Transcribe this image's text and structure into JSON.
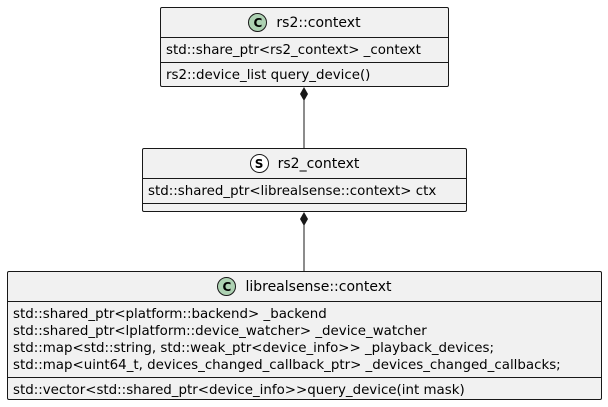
{
  "classes": {
    "rs2_cpp_context": {
      "stereotype": "C",
      "name": "rs2::context",
      "fields": [
        "std::share_ptr<rs2_context> _context"
      ],
      "methods": [
        "rs2::device_list query_device()"
      ]
    },
    "rs2_c_context": {
      "stereotype": "S",
      "name": "rs2_context",
      "fields": [
        "std::shared_ptr<librealsense::context> ctx"
      ],
      "methods": []
    },
    "librealsense_context": {
      "stereotype": "C",
      "name": "librealsense::context",
      "fields": [
        "std::shared_ptr<platform::backend> _backend",
        "std::shared_ptr<lplatform::device_watcher> _device_watcher",
        "std::map<std::string, std::weak_ptr<device_info>> _playback_devices;",
        "std::map<uint64_t, devices_changed_callback_ptr> _devices_changed_callbacks;"
      ],
      "methods": [
        "std::vector<std::shared_ptr<device_info>>query_device(int mask)"
      ]
    }
  },
  "relations": [
    {
      "type": "composition",
      "from": "rs2::context",
      "to": "rs2_context"
    },
    {
      "type": "composition",
      "from": "rs2_context",
      "to": "librealsense::context"
    }
  ],
  "colors": {
    "class_fill": "#f1f1f1",
    "border": "#181818",
    "class_stereotype": "#add1b2",
    "struct_stereotype": "#ffffff"
  }
}
